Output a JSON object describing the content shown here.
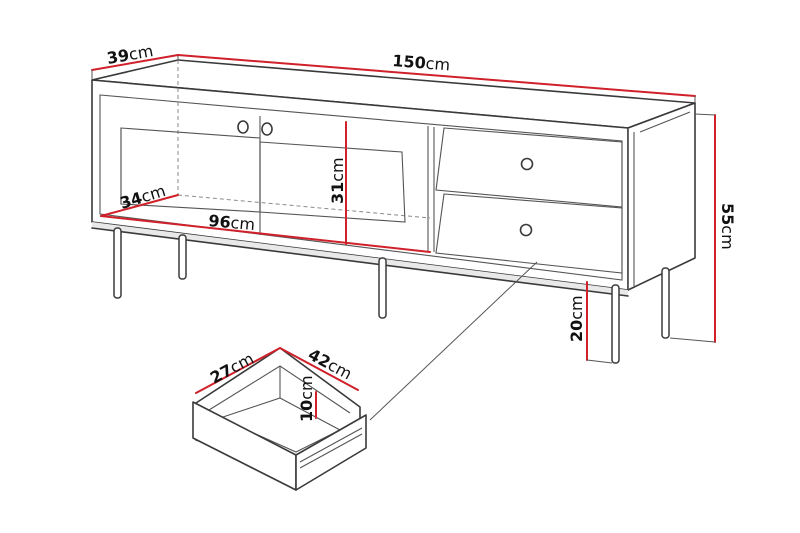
{
  "diagram": {
    "type": "furniture-dimension-drawing",
    "subject": "TV bench with two glass doors and two drawers",
    "accent_color": "#d0202a",
    "line_color": "#3a3a3a",
    "dimensions": {
      "depth": {
        "value": "39",
        "unit": "cm"
      },
      "width": {
        "value": "150",
        "unit": "cm"
      },
      "height": {
        "value": "55",
        "unit": "cm"
      },
      "leg_height": {
        "value": "20",
        "unit": "cm"
      },
      "inner_depth": {
        "value": "34",
        "unit": "cm"
      },
      "inner_width": {
        "value": "96",
        "unit": "cm"
      },
      "inner_height": {
        "value": "31",
        "unit": "cm"
      },
      "drawer_width": {
        "value": "27",
        "unit": "cm"
      },
      "drawer_depth": {
        "value": "42",
        "unit": "cm"
      },
      "drawer_height": {
        "value": "10",
        "unit": "cm"
      }
    }
  }
}
